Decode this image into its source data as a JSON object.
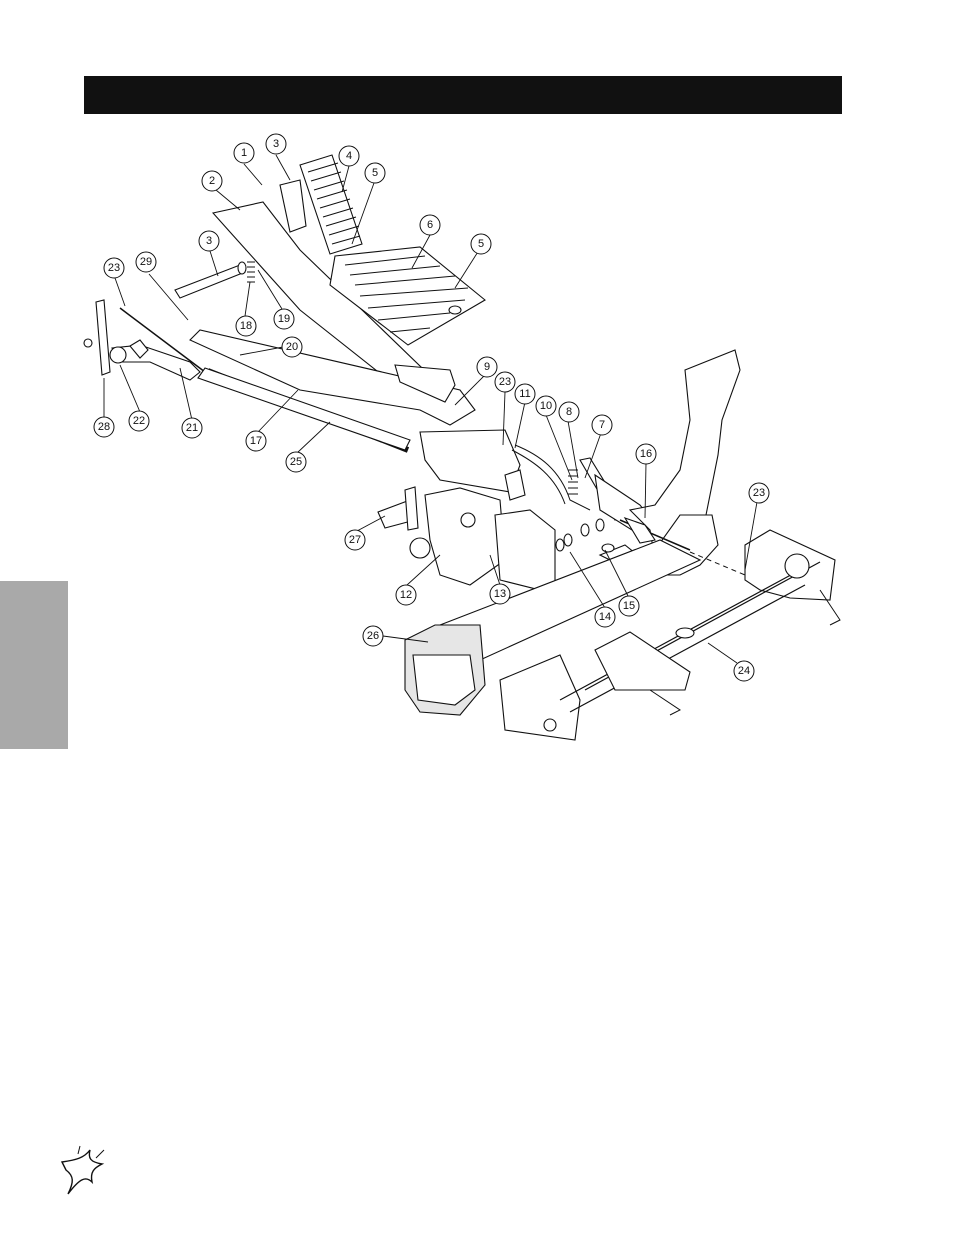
{
  "header": {
    "title": ""
  },
  "side_tab": {
    "label": ""
  },
  "callouts": [
    {
      "id": "c1",
      "label": "1"
    },
    {
      "id": "c3a",
      "label": "3"
    },
    {
      "id": "c4",
      "label": "4"
    },
    {
      "id": "c2",
      "label": "2"
    },
    {
      "id": "c5a",
      "label": "5"
    },
    {
      "id": "c6",
      "label": "6"
    },
    {
      "id": "c5b",
      "label": "5"
    },
    {
      "id": "c3b",
      "label": "3"
    },
    {
      "id": "c23a",
      "label": "23"
    },
    {
      "id": "c29",
      "label": "29"
    },
    {
      "id": "c18",
      "label": "18"
    },
    {
      "id": "c19",
      "label": "19"
    },
    {
      "id": "c20",
      "label": "20"
    },
    {
      "id": "c9",
      "label": "9"
    },
    {
      "id": "c23b",
      "label": "23"
    },
    {
      "id": "c11",
      "label": "11"
    },
    {
      "id": "c10",
      "label": "10"
    },
    {
      "id": "c8",
      "label": "8"
    },
    {
      "id": "c7",
      "label": "7"
    },
    {
      "id": "c16",
      "label": "16"
    },
    {
      "id": "c28",
      "label": "28"
    },
    {
      "id": "c22",
      "label": "22"
    },
    {
      "id": "c21",
      "label": "21"
    },
    {
      "id": "c17",
      "label": "17"
    },
    {
      "id": "c25",
      "label": "25"
    },
    {
      "id": "c27",
      "label": "27"
    },
    {
      "id": "c12",
      "label": "12"
    },
    {
      "id": "c13",
      "label": "13"
    },
    {
      "id": "c14",
      "label": "14"
    },
    {
      "id": "c15",
      "label": "15"
    },
    {
      "id": "c23c",
      "label": "23"
    },
    {
      "id": "c26",
      "label": "26"
    },
    {
      "id": "c24",
      "label": "24"
    }
  ]
}
